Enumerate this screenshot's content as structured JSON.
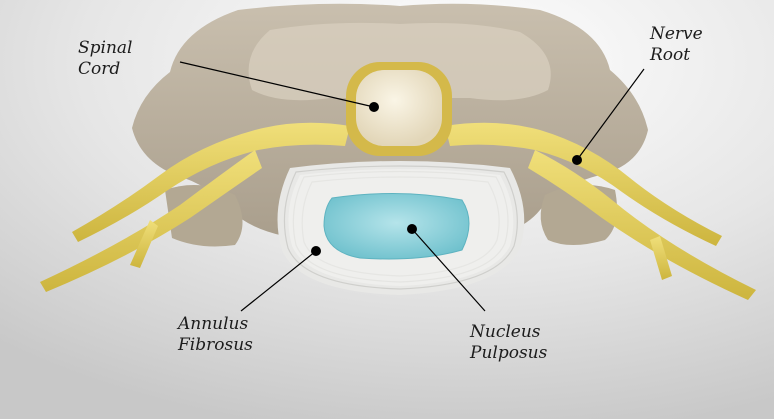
{
  "labels": {
    "spinal_cord": [
      "Spinal",
      "Cord"
    ],
    "nerve_root": [
      "Nerve",
      "Root"
    ],
    "annulus_fibrosus": [
      "Annulus",
      "Fibrosus"
    ],
    "nucleus_pulposus": [
      "Nucleus",
      "Pulposus"
    ]
  },
  "colors": {
    "background": "#d9d9d9",
    "bone": "#bdb3a2",
    "nerve": "#e2cf5a",
    "cord": "#efe6cf",
    "annulus": "#f4f4f2",
    "nucleus": "#8ad0da",
    "leader": "#000000"
  }
}
